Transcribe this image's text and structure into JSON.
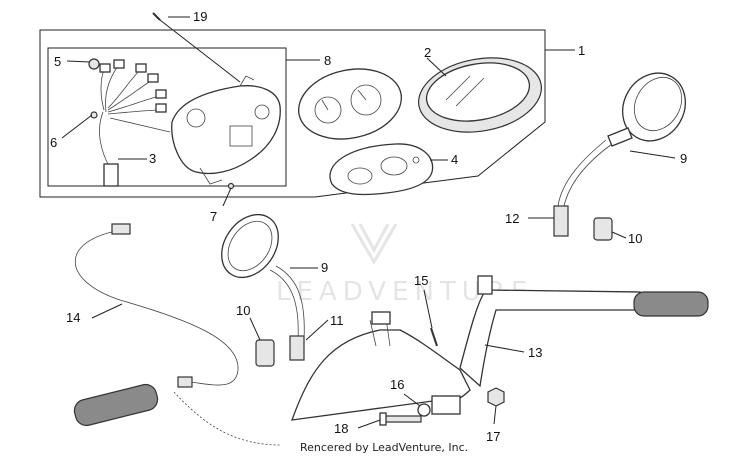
{
  "diagram": {
    "credit": "Rencered by LeadVenture, Inc.",
    "watermark": "LEADVENTURE",
    "callouts": [
      {
        "id": "1",
        "label": "1"
      },
      {
        "id": "2",
        "label": "2"
      },
      {
        "id": "3",
        "label": "3"
      },
      {
        "id": "4",
        "label": "4"
      },
      {
        "id": "5",
        "label": "5"
      },
      {
        "id": "6",
        "label": "6"
      },
      {
        "id": "7",
        "label": "7"
      },
      {
        "id": "8",
        "label": "8"
      },
      {
        "id": "9a",
        "label": "9"
      },
      {
        "id": "9b",
        "label": "9"
      },
      {
        "id": "10a",
        "label": "10"
      },
      {
        "id": "10b",
        "label": "10"
      },
      {
        "id": "11",
        "label": "11"
      },
      {
        "id": "12",
        "label": "12"
      },
      {
        "id": "13",
        "label": "13"
      },
      {
        "id": "14",
        "label": "14"
      },
      {
        "id": "15",
        "label": "15"
      },
      {
        "id": "16",
        "label": "16"
      },
      {
        "id": "17",
        "label": "17"
      },
      {
        "id": "18",
        "label": "18"
      },
      {
        "id": "19",
        "label": "19"
      }
    ]
  }
}
